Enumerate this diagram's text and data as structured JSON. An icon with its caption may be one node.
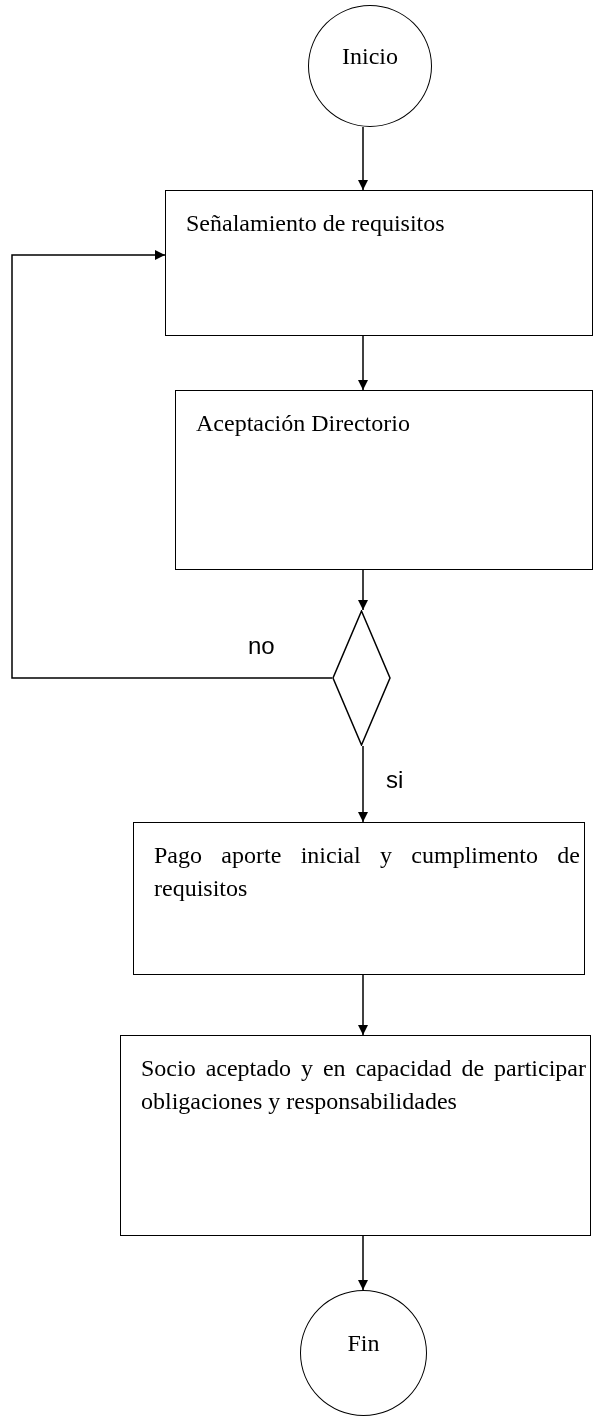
{
  "diagram": {
    "nodes": [
      {
        "text": [
          "Inicio"
        ]
      },
      {
        "text": [
          "Señalamiento de requisitos"
        ]
      },
      {
        "text": [
          "Aceptación Directorio"
        ]
      },
      {
        "text": [],
        "shape": "diamond"
      },
      {
        "text": [
          "Pago aporte inicial y cumplimento de requisitos"
        ]
      },
      {
        "text": [
          "Socio aceptado y en capacidad de participar obligaciones y responsabilidades"
        ]
      },
      {
        "text": [
          "Fin"
        ]
      }
    ],
    "edges": [
      {
        "from": 0,
        "to": 1,
        "arrow": "to"
      },
      {
        "from": 1,
        "to": 2,
        "arrow": "to"
      },
      {
        "from": 2,
        "to": 3,
        "arrow": "to"
      },
      {
        "from": 3,
        "to": 1,
        "arrow": "to",
        "label": "no"
      },
      {
        "from": 3,
        "to": 4,
        "arrow": "to",
        "label": "si"
      },
      {
        "from": 4,
        "to": 5,
        "arrow": "to"
      },
      {
        "from": 5,
        "to": 6,
        "arrow": "to"
      }
    ]
  }
}
